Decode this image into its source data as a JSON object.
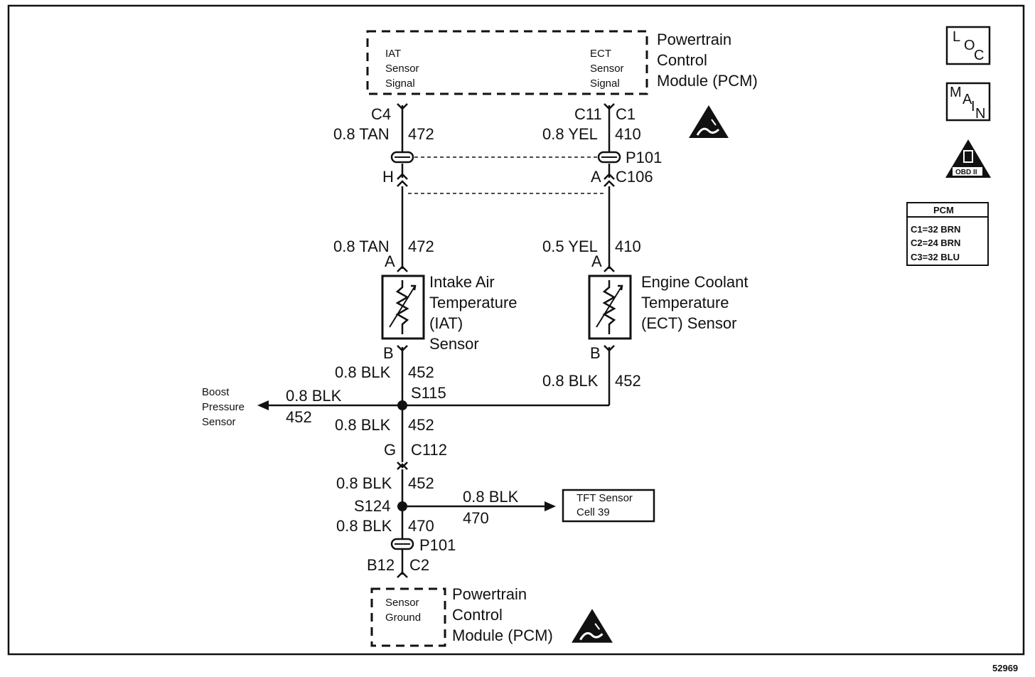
{
  "pcm_top": {
    "title_lines": [
      "Powertrain",
      "Control",
      "Module (PCM)"
    ],
    "iat_signal_lines": [
      "IAT",
      "Sensor",
      "Signal"
    ],
    "ect_signal_lines": [
      "ECT",
      "Sensor",
      "Signal"
    ]
  },
  "pcm_bottom": {
    "title_lines": [
      "Powertrain",
      "Control",
      "Module (PCM)"
    ],
    "sensor_ground_lines": [
      "Sensor",
      "Ground"
    ]
  },
  "icons": {
    "loc": [
      "L",
      "O",
      "C"
    ],
    "main": [
      "M",
      "A",
      "I",
      "N"
    ],
    "obd_label": "OBD II"
  },
  "connector_table": {
    "header": "PCM",
    "rows": [
      "C1=32 BRN",
      "C2=24 BRN",
      "C3=32 BLU"
    ]
  },
  "left_circuit": {
    "pin_c4": "C4",
    "wire_top": "0.8 TAN",
    "circuit_top": "472",
    "pin_h": "H",
    "wire_mid": "0.8 TAN",
    "circuit_mid": "472",
    "pin_a": "A",
    "sensor_lines": [
      "Intake Air",
      "Temperature",
      "(IAT)",
      "Sensor"
    ],
    "pin_b": "B",
    "wire_below": "0.8 BLK",
    "circuit_below": "452",
    "splice_s115": "S115",
    "wire_after_splice": "0.8 BLK",
    "circuit_after_splice": "452",
    "pin_g": "G",
    "conn_c112": "C112",
    "wire_c112": "0.8 BLK",
    "circuit_c112": "452",
    "splice_s124": "S124",
    "wire_470": "0.8 BLK",
    "circuit_470": "470",
    "p101": "P101",
    "pin_b12": "B12",
    "conn_c2": "C2"
  },
  "right_circuit": {
    "pin_c11": "C11",
    "conn_c1": "C1",
    "wire_top": "0.8 YEL",
    "circuit_top": "410",
    "p101": "P101",
    "pin_a_top": "A",
    "conn_c106": "C106",
    "wire_mid": "0.5 YEL",
    "circuit_mid": "410",
    "pin_a": "A",
    "sensor_lines": [
      "Engine Coolant",
      "Temperature",
      "(ECT) Sensor"
    ],
    "pin_b": "B",
    "wire_below": "0.8 BLK",
    "circuit_below": "452"
  },
  "boost": {
    "label_lines": [
      "Boost",
      "Pressure",
      "Sensor"
    ],
    "wire": "0.8 BLK",
    "circuit": "452"
  },
  "tft": {
    "label_lines": [
      "TFT Sensor",
      "Cell 39"
    ],
    "wire": "0.8 BLK",
    "circuit": "470"
  },
  "figure_number": "52969"
}
